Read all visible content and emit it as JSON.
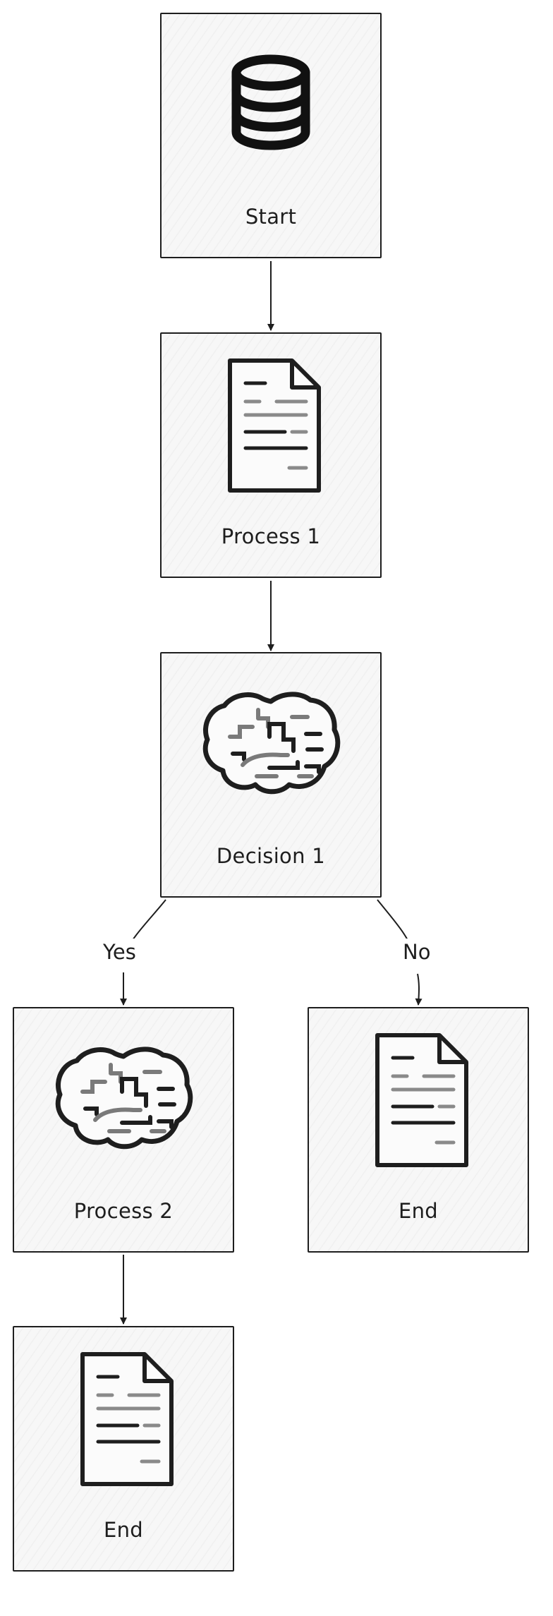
{
  "nodes": {
    "start": {
      "label": "Start",
      "icon": "database-icon"
    },
    "process1": {
      "label": "Process 1",
      "icon": "document-icon"
    },
    "decision1": {
      "label": "Decision 1",
      "icon": "brain-icon"
    },
    "process2": {
      "label": "Process 2",
      "icon": "brain-icon"
    },
    "end_no": {
      "label": "End",
      "icon": "document-icon"
    },
    "end_yes": {
      "label": "End",
      "icon": "document-icon"
    }
  },
  "edges": {
    "yes_label": "Yes",
    "no_label": "No"
  },
  "colors": {
    "stroke": "#1e1e1e",
    "node_fill": "#f7f7f7",
    "icon_gray": "#8a8a8a"
  }
}
